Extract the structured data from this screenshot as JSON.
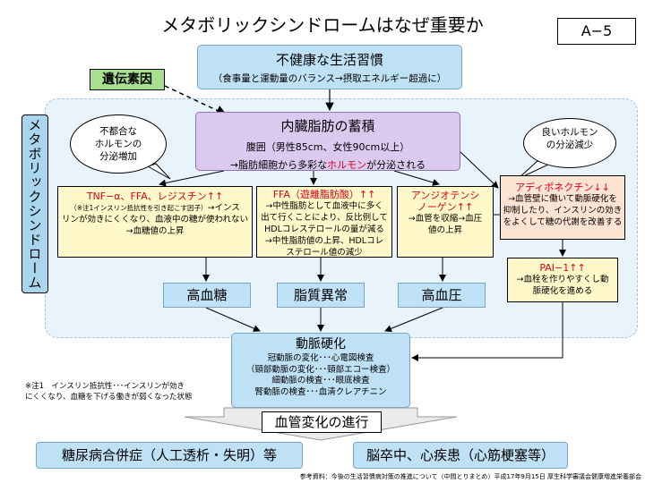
{
  "title": "メタボリックシンドロームはなぜ重要か",
  "slide_id": "A−5",
  "side_label": "メタボリックシンドローム",
  "genetic_factor": "遺伝素因",
  "unhealthy": {
    "title": "不健康な生活習慣",
    "subtitle": "（食事量と運動量のバランス→摂取エネルギー超過に）"
  },
  "visceral": {
    "title": "内臓脂肪の蓄積",
    "line2": "腹囲（男性85cm、女性90cm以上）",
    "line3_a": "→脂肪細胞から多彩な",
    "line3_b": "ホルモン",
    "line3_c": "が分泌される"
  },
  "bubble_left": [
    "不都合な",
    "ホルモンの",
    "分泌増加"
  ],
  "bubble_right": [
    "良いホルモン",
    "の分泌減少"
  ],
  "tnf": {
    "head": "TNF−α、FFA、レジスチン↑↑",
    "note": "（※注1インスリン抵抗性を引き起こす因子）",
    "body_tail": "→インス",
    "body2": "リンが効きにくくなり、血液中の糖が使われない",
    "body3": "→血糖値の上昇"
  },
  "ffa": {
    "head": "FFA（遊離脂肪酸）↑↑",
    "lines": [
      "→中性脂肪として血液中に多く",
      "出て行くことにより、反比例して",
      "HDLコレステロールの量が減る",
      "→中性脂肪値の上昇、HDLコレ",
      "ステロール値の減少"
    ]
  },
  "angio": {
    "head1": "アンジオテンシ",
    "head2": "ノーゲン↑↑",
    "lines": [
      "→血管を収縮→血圧",
      "値の上昇"
    ]
  },
  "adipo": {
    "head": "アディポネクチン↓↓",
    "lines": [
      "→血管壁に働いて動脈硬化を",
      "抑制したり、インスリンの効き",
      "をよくして糖の代謝を改善する"
    ]
  },
  "pai": {
    "head": "PAI−1↑↑",
    "lines": [
      "→血栓を作りやすくし動",
      "脈硬化を進める"
    ]
  },
  "diseases": [
    "高血糖",
    "脂質異常",
    "高血圧"
  ],
  "athero": {
    "title": "動脈硬化",
    "lines": [
      "冠動脈の変化･･･心電図検査",
      "（頸部動脈の変化･･･頸部エコー検査）",
      "細動脈の検査･･･眼底検査",
      "腎動脈の検査･･･血清クレアチニン"
    ]
  },
  "footnote": [
    "※注1　インスリン抵抗性･･･インスリンが効き",
    "にくくなり、血糖を下げる働きが弱くなった状態"
  ],
  "progress": "血管変化の進行",
  "outcomes": [
    "糖尿病合併症（人工透析・失明）等",
    "脳卒中、心疾患（心筋梗塞等）"
  ],
  "reference": "参考資料：今後の生活習慣病対策の推進について（中間とりまとめ）平成17年9月15日 厚生科学審議会健康増進栄養部会",
  "colors": {
    "box_blue": "#bfe1f6",
    "box_purple": "#dcc9f0",
    "box_yellow": "#fff9c9",
    "box_peach": "#fde3d2",
    "gene_green": "#a7e08e",
    "accent_red": "#e0001b",
    "side_blue": "#a9d6ee"
  }
}
